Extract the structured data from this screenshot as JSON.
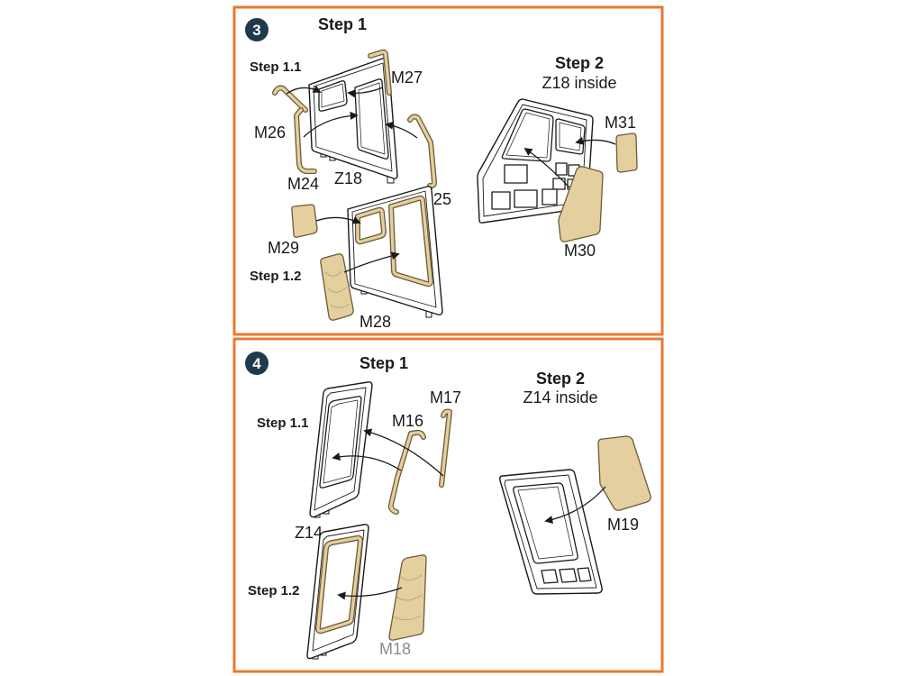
{
  "colors": {
    "panel_border": "#E8792C",
    "badge": "#1E3B4B",
    "part_fill": "#E4CF9F",
    "part_outline": "#6E5A38",
    "drawing_line": "#1A1A1A"
  },
  "panel3": {
    "badge": "3",
    "step1": {
      "title": "Step 1",
      "step1_1": "Step 1.1",
      "step1_2": "Step 1.2"
    },
    "step2": {
      "title": "Step 2",
      "note": "Z18 inside"
    },
    "labels": {
      "m27": "M27",
      "m26": "M26",
      "m24": "M24",
      "z18": "Z18",
      "m25": "M25",
      "m29": "M29",
      "m28": "M28",
      "m31": "M31",
      "m30": "M30"
    }
  },
  "panel4": {
    "badge": "4",
    "step1": {
      "title": "Step 1",
      "step1_1": "Step 1.1",
      "step1_2": "Step 1.2"
    },
    "step2": {
      "title": "Step 2",
      "note": "Z14 inside"
    },
    "labels": {
      "m17": "M17",
      "m16": "M16",
      "z14": "Z14",
      "m18": "M18",
      "m19": "M19"
    }
  }
}
